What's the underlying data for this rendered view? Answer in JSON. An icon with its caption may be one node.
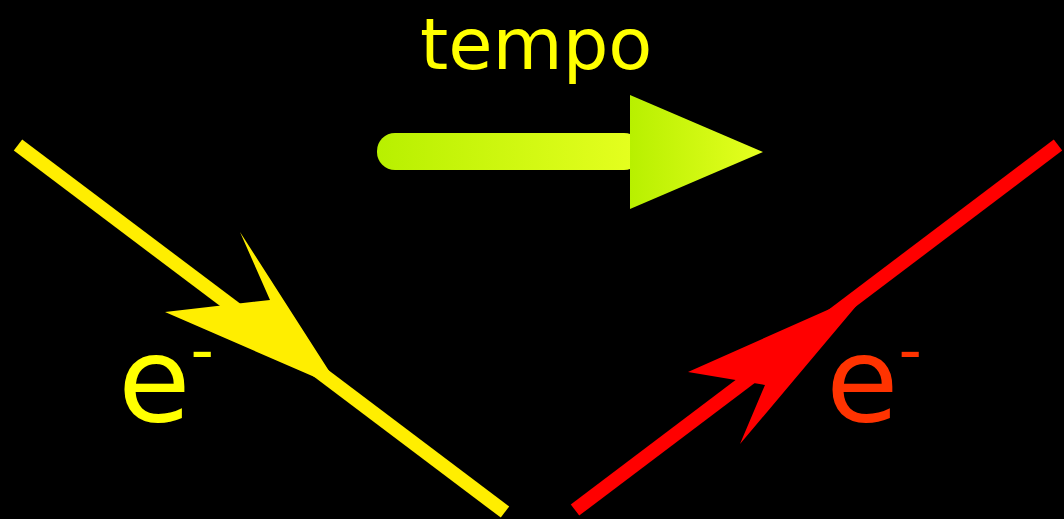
{
  "diagram": {
    "labels": [
      "tempo",
      "e$^{-}$",
      "e$^{-}$"
    ]
  }
}
